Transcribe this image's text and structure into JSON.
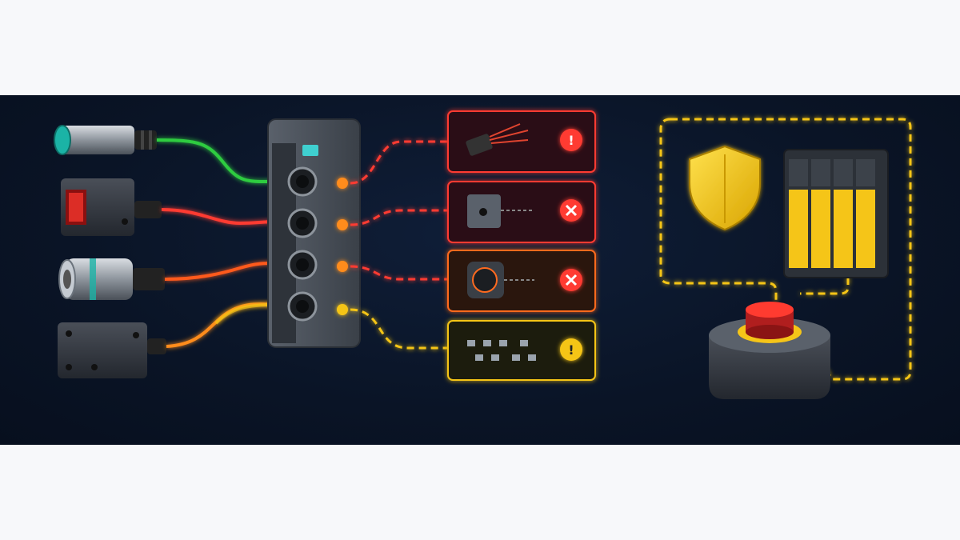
{
  "scene": {
    "sensors": [
      {
        "name": "inductive-proximity-sensor",
        "status": "ok"
      },
      {
        "name": "photoelectric-sensor",
        "status": "fault"
      },
      {
        "name": "cylindrical-sensor",
        "status": "fault"
      },
      {
        "name": "block-sensor",
        "status": "warning"
      }
    ],
    "fault_cards": [
      {
        "name": "damaged-cable",
        "alert": "warning-triangle"
      },
      {
        "name": "damaged-sensor-block",
        "alert": "error-cross"
      },
      {
        "name": "damaged-connector",
        "alert": "error-cross"
      },
      {
        "name": "intermittent-signal",
        "alert": "warning-triangle"
      }
    ],
    "safety": [
      "shield-icon",
      "safety-plc-icon",
      "emergency-stop-icon"
    ],
    "colors": {
      "background": "#0a1426",
      "ok": "#2ecc40",
      "fault": "#ff3b30",
      "caution": "#ff8c1a",
      "warning": "#f5c518",
      "metal": "#9aa3ad"
    }
  }
}
